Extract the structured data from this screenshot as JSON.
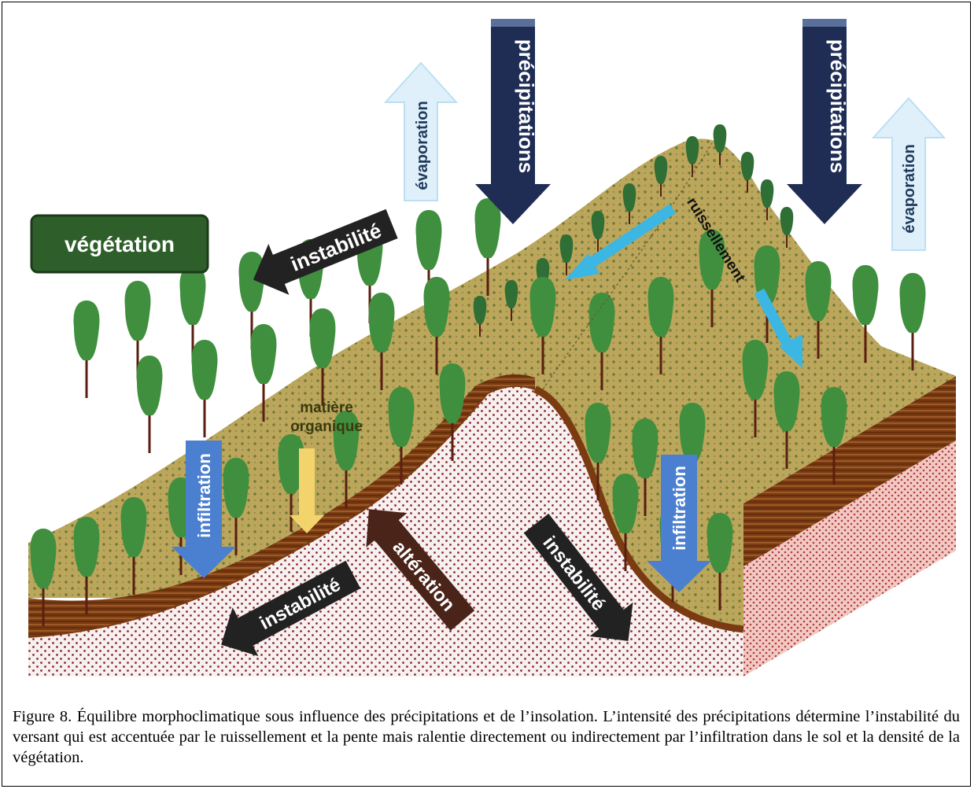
{
  "labels": {
    "vegetation": "végétation",
    "evaporation_left": "évaporation",
    "evaporation_right": "évaporation",
    "precipitations_left": "précipitations",
    "precipitations_right": "précipitations",
    "instabilite_top": "instabilité",
    "ruissellement": "ruissellement",
    "matiere": "matière",
    "organique": "organique",
    "infiltration_left": "infiltration",
    "infiltration_right": "infiltration",
    "alteration": "altération",
    "instabilite_left": "instabilité",
    "instabilite_right": "instabilité"
  },
  "caption": "Figure 8. Équilibre morphoclimatique sous influence des précipitations et de l’insolation. L’intensité des précipitations détermine l’instabilité du versant qui est accentuée par le ruissellement et la pente mais ralentie directement ou indirectement par l’infiltration dans le sol et la densité de la végétation.",
  "colors": {
    "vegetation_box": "#2e5e2a",
    "tree": "#3f8f3e",
    "tree_dark": "#2f6e35",
    "ground": "#b8a55a",
    "rock": "#f6eeee",
    "rock_dots": "#8a2a2a",
    "soil": "#7a3b12",
    "precip": "#1f2d55",
    "evap": "#dff0fb",
    "infiltration": "#4b7fd0",
    "ruissellement": "#3cb6e3",
    "instabilite": "#222222",
    "alteration": "#4a2418",
    "organic": "#f3d36b"
  }
}
